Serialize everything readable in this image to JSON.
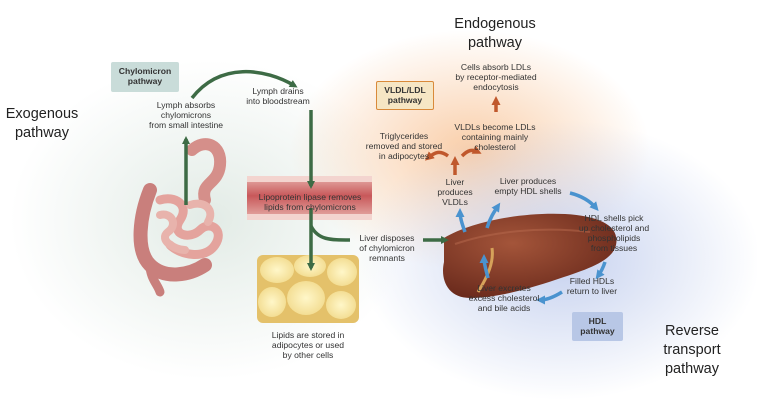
{
  "regions": {
    "exogenous": "Exogenous\npathway",
    "endogenous": "Endogenous\npathway",
    "reverse": "Reverse\ntransport\npathway"
  },
  "boxes": {
    "chylomicron": "Chylomicron\npathway",
    "vldl_ldl": "VLDL/LDL\npathway",
    "hdl": "HDL\npathway"
  },
  "labels": {
    "lymph_absorbs": "Lymph absorbs\nchylomicrons\nfrom small intestine",
    "lymph_drains": "Lymph drains\ninto bloodstream",
    "lipoprotein_lipase": "Lipoprotein lipase removes\nlipids from chylomicrons",
    "liver_disposes": "Liver disposes\nof chylomicron\nremnants",
    "lipids_stored": "Lipids are stored in\nadipocytes or used\nby other cells",
    "cells_absorb_ldl": "Cells absorb LDLs\nby receptor-mediated\nendocytosis",
    "triglycerides_removed": "Triglycerides\nremoved and stored\nin adipocytes",
    "vldl_become_ldl": "VLDLs become LDLs\ncontaining mainly\ncholesterol",
    "liver_produces_vldl": "Liver\nproduces\nVLDLs",
    "liver_produces_hdl": "Liver produces\nempty HDL shells",
    "hdl_shells_pick": "HDL shells pick\nup cholesterol and\nphospholipids\nfrom tissues",
    "filled_hdls": "Filled HDLs\nreturn to liver",
    "liver_excretes": "Liver excretes\nexcess cholesterol\nand bile acids"
  },
  "colors": {
    "green_arrow": "#3d6b45",
    "orange_arrow": "#c0582c",
    "blue_arrow": "#4a93cf",
    "endogenous_glow": "#f9c9a0",
    "reverse_glow": "#c3cfee",
    "exogenous_glow": "#dfe9e3"
  }
}
